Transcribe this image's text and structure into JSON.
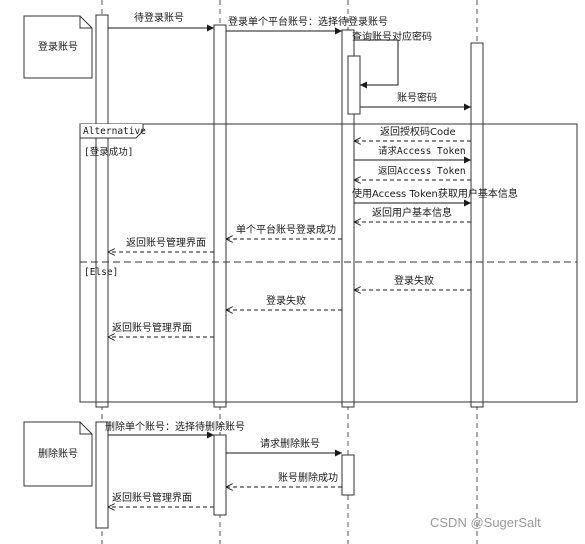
{
  "notes": {
    "login": "登录账号",
    "delete": "删除账号"
  },
  "fragment": {
    "label": "Alternative",
    "guard_success": "[登录成功]",
    "guard_else": "[Else]"
  },
  "messages": {
    "m1": "待登录账号",
    "m2": "登录单个平台账号：选择待登录账号",
    "m3": "查询账号对应密码",
    "m4": "账号密码",
    "m5": "返回授权码Code",
    "m6": "请求Access Token",
    "m7": "返回Access Token",
    "m8": "使用Access Token获取用户基本信息",
    "m9": "返回用户基本信息",
    "m10": "单个平台账号登录成功",
    "m11": "返回账号管理界面",
    "m12": "登录失败",
    "m13": "登录失败",
    "m14": "返回账号管理界面",
    "m15": "删除单个账号：选择待删除账号",
    "m16": "请求删除账号",
    "m17": "账号删除成功",
    "m18": "返回账号管理界面"
  },
  "watermark": "CSDN @SugerSalt"
}
